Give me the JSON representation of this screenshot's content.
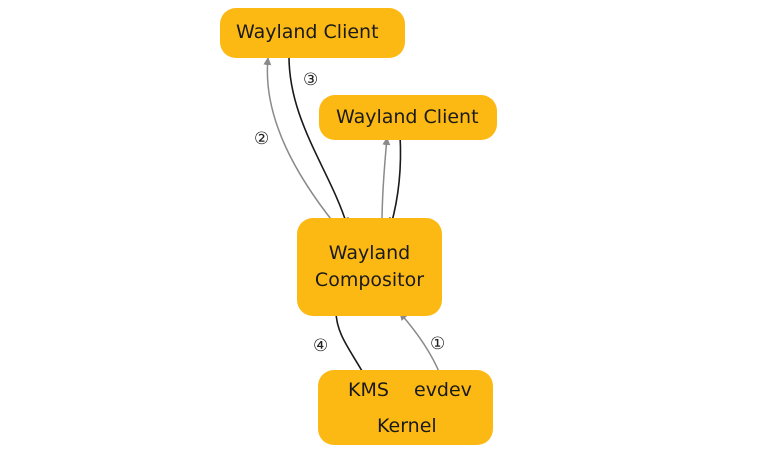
{
  "colors": {
    "box_fill": "#FDB913",
    "arrow_dark": "#1a1a1a",
    "arrow_light": "#8a8a8a"
  },
  "nodes": {
    "client_top": {
      "label": "Wayland Client"
    },
    "client_right": {
      "label": "Wayland Client"
    },
    "compositor": {
      "label_line1": "Wayland",
      "label_line2": "Compositor"
    },
    "kernel": {
      "kms_label": "KMS",
      "evdev_label": "evdev",
      "kernel_label": "Kernel"
    }
  },
  "steps": {
    "step1": "①",
    "step2": "②",
    "step3": "③",
    "step4": "④"
  }
}
